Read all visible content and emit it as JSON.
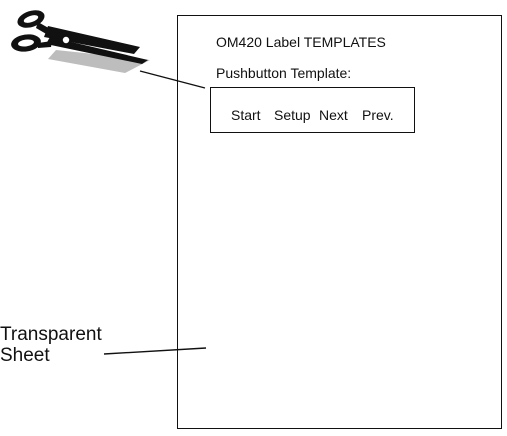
{
  "sheet": {
    "title": "OM420 Label TEMPLATES",
    "template_label": "Pushbutton Template:",
    "buttons": [
      "Start",
      "Setup",
      "Next",
      "Prev."
    ]
  },
  "callout": {
    "line1": "Transparent",
    "line2": "Sheet"
  },
  "icons": {
    "scissors": "scissors-icon"
  },
  "colors": {
    "ink": "#111111",
    "shadow": "#bdbdbd"
  }
}
